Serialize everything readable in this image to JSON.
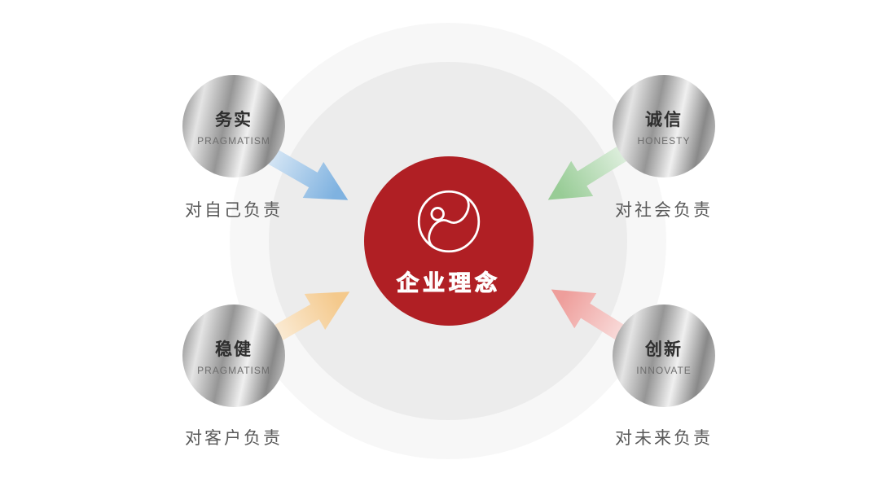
{
  "diagram": {
    "center": {
      "title": "企业理念",
      "logo_icon": "yin-yang-s-logo",
      "bg_color": "#b01f24"
    },
    "background_circle_colors": [
      "#f7f7f7",
      "#ececec"
    ],
    "nodes": [
      {
        "position": "top-left",
        "zh": "务实",
        "en": "PRAGMATISM",
        "caption": "对自己负责",
        "arrow_color": "#7fb2e0"
      },
      {
        "position": "top-right",
        "zh": "诚信",
        "en": "HONESTY",
        "caption": "对社会负责",
        "arrow_color": "#98cc96"
      },
      {
        "position": "bottom-left",
        "zh": "稳健",
        "en": "PRAGMATISM",
        "caption": "对客户负责",
        "arrow_color": "#f4c98c"
      },
      {
        "position": "bottom-right",
        "zh": "创新",
        "en": "INNOVATE",
        "caption": "对未来负责",
        "arrow_color": "#ee9e9b"
      }
    ]
  }
}
